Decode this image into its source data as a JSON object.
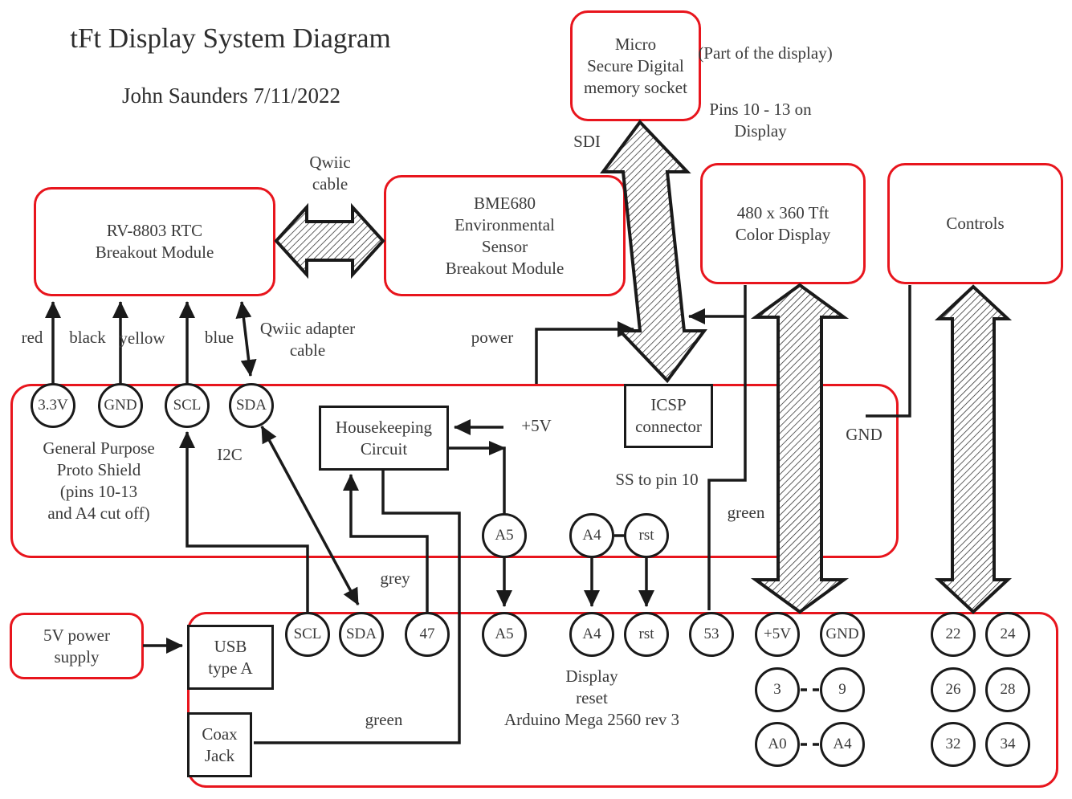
{
  "header": {
    "title": "tFt Display System Diagram",
    "subtitle": "John Saunders 7/11/2022"
  },
  "boxes": {
    "micro_sd": "Micro\nSecure Digital\nmemory socket",
    "rv8803": "RV-8803 RTC\nBreakout Module",
    "bme680": "BME680\nEnvironmental\nSensor\nBreakout Module",
    "tft_display": "480 x 360 Tft\nColor Display",
    "controls": "Controls",
    "power_supply": "5V power\nsupply",
    "housekeeping": "Housekeeping\nCircuit",
    "icsp": "ICSP\nconnector",
    "usb": "USB\ntype A",
    "coax": "Coax\nJack"
  },
  "labels": {
    "part_of_display": "(Part of the display)",
    "pins_10_13": "Pins 10 - 13 on\nDisplay",
    "sdi": "SDI",
    "qwiic_cable": "Qwiic\ncable",
    "wire_red": "red",
    "wire_black": "black",
    "wire_yellow": "yellow",
    "wire_blue": "blue",
    "qwiic_adapter": "Qwiic adapter\ncable",
    "power": "power",
    "plus5v": "+5V",
    "shield_caption": "General Purpose\nProto Shield\n(pins 10-13\nand A4 cut off)",
    "i2c": "I2C",
    "ss_to_pin10": "SS to pin 10",
    "green_shield": "green",
    "gnd": "GND",
    "grey": "grey",
    "green_arduino": "green",
    "arduino_caption": "Display\nreset\nArduino Mega 2560 rev 3"
  },
  "pins": {
    "shield_top": [
      "3.3V",
      "GND",
      "SCL",
      "SDA"
    ],
    "shield_mid": [
      "A5",
      "A4",
      "rst"
    ],
    "arduino_row1": [
      "SCL",
      "SDA",
      "47",
      "A5",
      "A4",
      "rst",
      "53",
      "+5V",
      "GND",
      "22",
      "24"
    ],
    "arduino_row2": [
      "3",
      "9",
      "26",
      "28"
    ],
    "arduino_row3": [
      "A0",
      "A4",
      "32",
      "34"
    ]
  },
  "colors": {
    "box_red": "#e8151d",
    "line_black": "#1a1a1a",
    "text_gray": "#3a3a3a"
  }
}
